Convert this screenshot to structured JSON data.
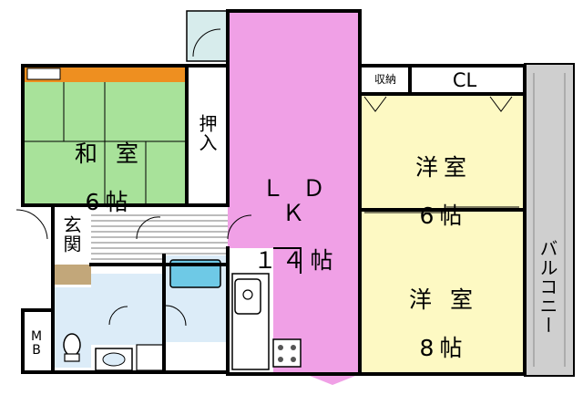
{
  "rooms": {
    "washitsu": {
      "name": "和 室",
      "size": "6帖"
    },
    "oshiire": "押入",
    "ldk": {
      "name": "Ｌ Ｄ Ｋ",
      "size": "１４帖"
    },
    "shuno": "収納",
    "cl": "CL",
    "yoshitsu1": {
      "name": "洋室",
      "size": "6帖"
    },
    "yoshitsu2": {
      "name": "洋 室",
      "size": "8帖"
    },
    "genkan": "玄関",
    "balcony": "バルコニー",
    "mb": "M\nB"
  },
  "colors": {
    "tatami": "#a8e29a",
    "ldk": "#f0a0e6",
    "western": "#fdf9c3",
    "wet": "#dcecf8",
    "balcony": "#cfcfcf",
    "genkan": "#c2a77a",
    "wall": "#000000",
    "tokonoma": "#ee8f20"
  }
}
